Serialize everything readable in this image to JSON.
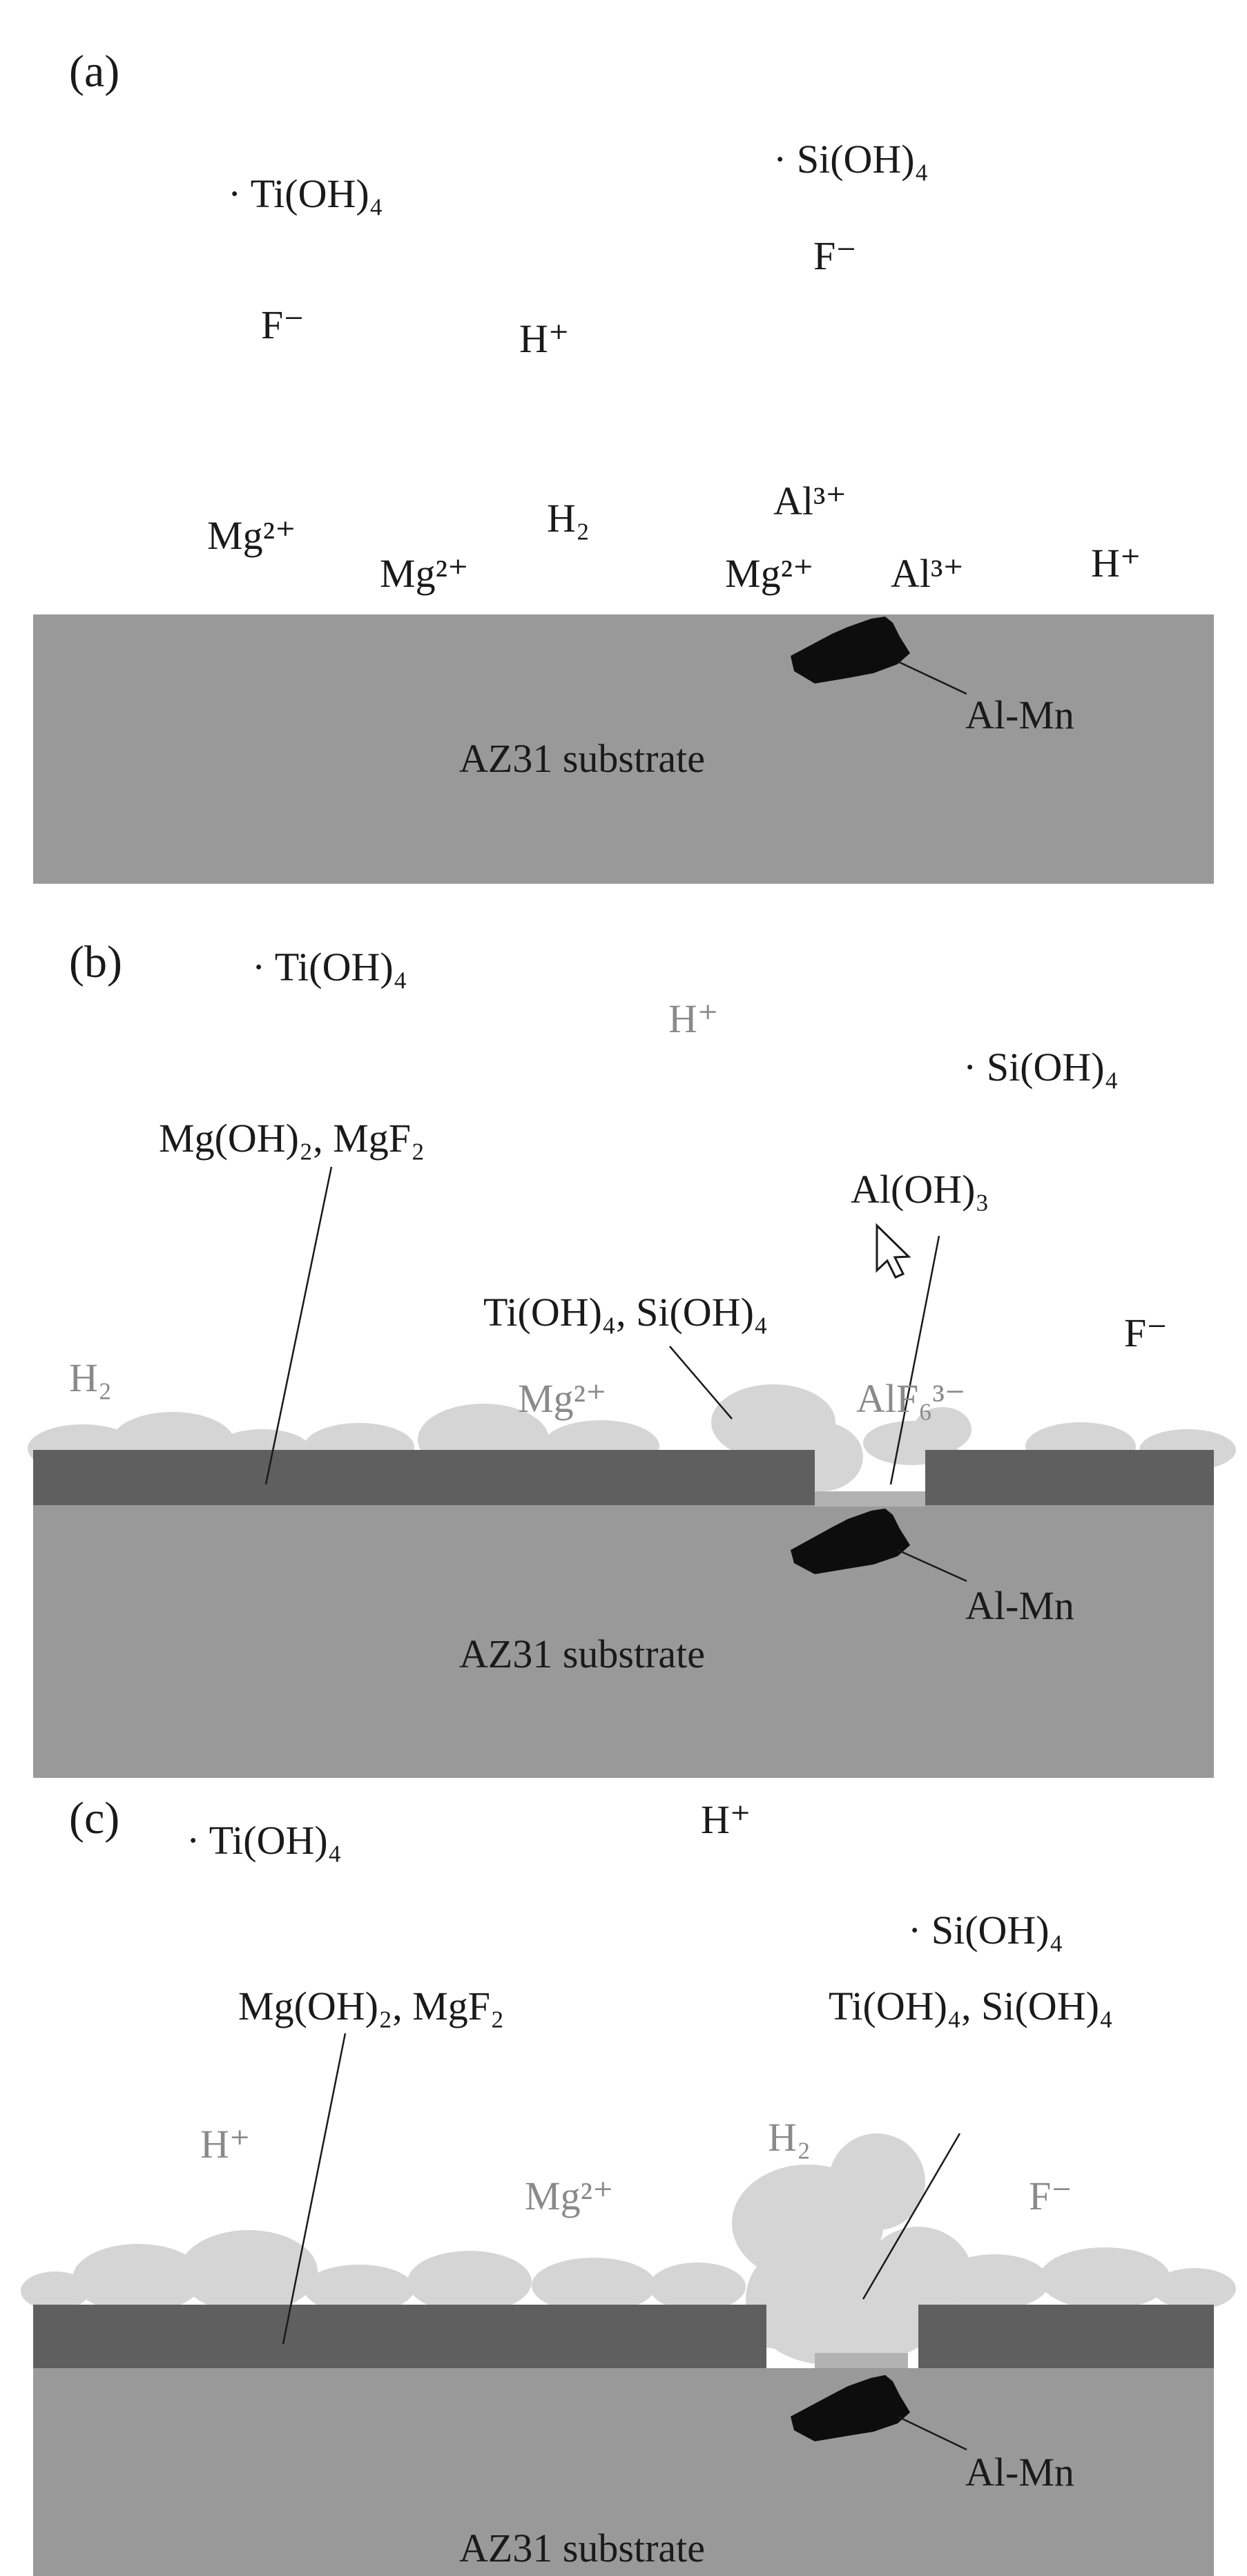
{
  "panels": [
    {
      "letter": "(a)",
      "labels": {
        "ti_oh4": "Ti(OH)₄",
        "si_oh4": "Si(OH)₄",
        "f_minus_1": "F⁻",
        "f_minus_2": "F⁻",
        "h_plus_1": "H⁺",
        "h_plus_2": "H⁺",
        "mg_1": "Mg²⁺",
        "mg_2": "Mg²⁺",
        "mg_3": "Mg²⁺",
        "h2": "H₂",
        "al_1": "Al³⁺",
        "al_2": "Al³⁺",
        "al_mn": "Al-Mn",
        "substrate": "AZ31 substrate"
      }
    },
    {
      "letter": "(b)",
      "labels": {
        "ti_oh4": "Ti(OH)₄",
        "h_plus": "H⁺",
        "si_oh4": "Si(OH)₄",
        "mg_oh2_mgf2": "Mg(OH)₂, MgF₂",
        "al_oh3": "Al(OH)₃",
        "ti_si_oh4": "Ti(OH)₄, Si(OH)₄",
        "f_minus": "F⁻",
        "h2": "H₂",
        "mg": "Mg²⁺",
        "alf6": "AlF₆³⁻",
        "al_mn": "Al-Mn",
        "substrate": "AZ31 substrate"
      }
    },
    {
      "letter": "(c)",
      "labels": {
        "ti_oh4": "Ti(OH)₄",
        "h_plus_top": "H⁺",
        "si_oh4": "Si(OH)₄",
        "mg_oh2_mgf2": "Mg(OH)₂, MgF₂",
        "ti_si_oh4": "Ti(OH)₄, Si(OH)₄",
        "h_plus_left": "H⁺",
        "h2": "H₂",
        "mg": "Mg²⁺",
        "f_minus": "F⁻",
        "al_mn": "Al-Mn",
        "substrate": "AZ31 substrate"
      }
    }
  ],
  "colors": {
    "substrate": "#999999",
    "film": "#5f5f5f",
    "particles": "#d5d5d5",
    "al_mn": "#0d0d0d",
    "bottom_layer": "#b2b2b2",
    "text": "#1a1a1a",
    "grey_text": "#8a8a8a"
  }
}
